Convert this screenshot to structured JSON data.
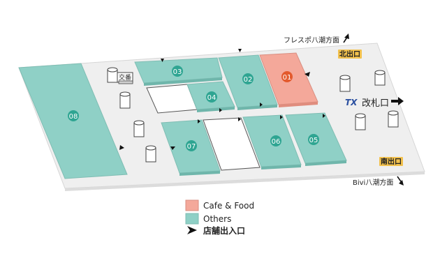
{
  "colors": {
    "floor": "#efefef",
    "floor_edge": "#d6d6d6",
    "cafe": "#f4a89a",
    "others": "#8fd0c6",
    "badge_cafe": "#e35a2d",
    "badge_others": "#2fa592",
    "exit_tag": "#f2c14e"
  },
  "shops": [
    {
      "id": "01",
      "category": "cafe"
    },
    {
      "id": "02",
      "category": "others"
    },
    {
      "id": "03",
      "category": "others"
    },
    {
      "id": "04",
      "category": "others"
    },
    {
      "id": "05",
      "category": "others"
    },
    {
      "id": "06",
      "category": "others"
    },
    {
      "id": "07",
      "category": "others"
    },
    {
      "id": "08",
      "category": "others"
    }
  ],
  "labels": {
    "koban": "交番",
    "north_exit": "北出口",
    "south_exit": "南出口",
    "north_direction": "フレスポ八潮方面",
    "south_direction": "Bivi八潮方面",
    "tx_logo": "TX",
    "ticket_gate": "改札口"
  },
  "legend": {
    "cafe_label": "Cafe & Food",
    "others_label": "Others",
    "entrance_label": "店舗出入口"
  }
}
